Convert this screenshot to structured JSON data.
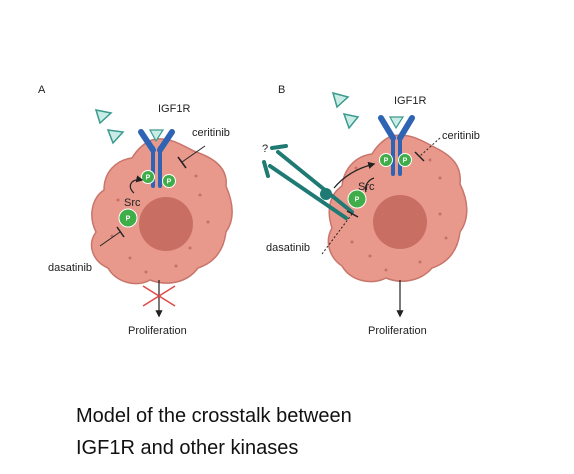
{
  "panel_a": {
    "letter": "A",
    "receptor_label": "IGF1R",
    "kinase_label": "Src",
    "phospho_label": "P",
    "drug_top": "ceritinib",
    "drug_bottom": "dasatinib",
    "outcome": "Proliferation"
  },
  "panel_b": {
    "letter": "B",
    "receptor_label": "IGF1R",
    "kinase_label": "Src",
    "phospho_label": "P",
    "drug_top": "ceritinib",
    "drug_bottom": "dasatinib",
    "unknown_receptor": "?",
    "outcome": "Proliferation"
  },
  "caption": {
    "line1": "Model of the crosstalk between",
    "line2": "IGF1R and other kinases"
  },
  "colors": {
    "cell_fill": "#e8998c",
    "cell_stroke": "#c8756b",
    "nucleus": "#c96e62",
    "receptor": "#2f64b4",
    "ligand_fill": "#c9ede6",
    "ligand_stroke": "#3a9a8e",
    "phospho": "#3fae49",
    "teal_receptor": "#1f7a74",
    "inhibit_cross": "#e04848"
  }
}
